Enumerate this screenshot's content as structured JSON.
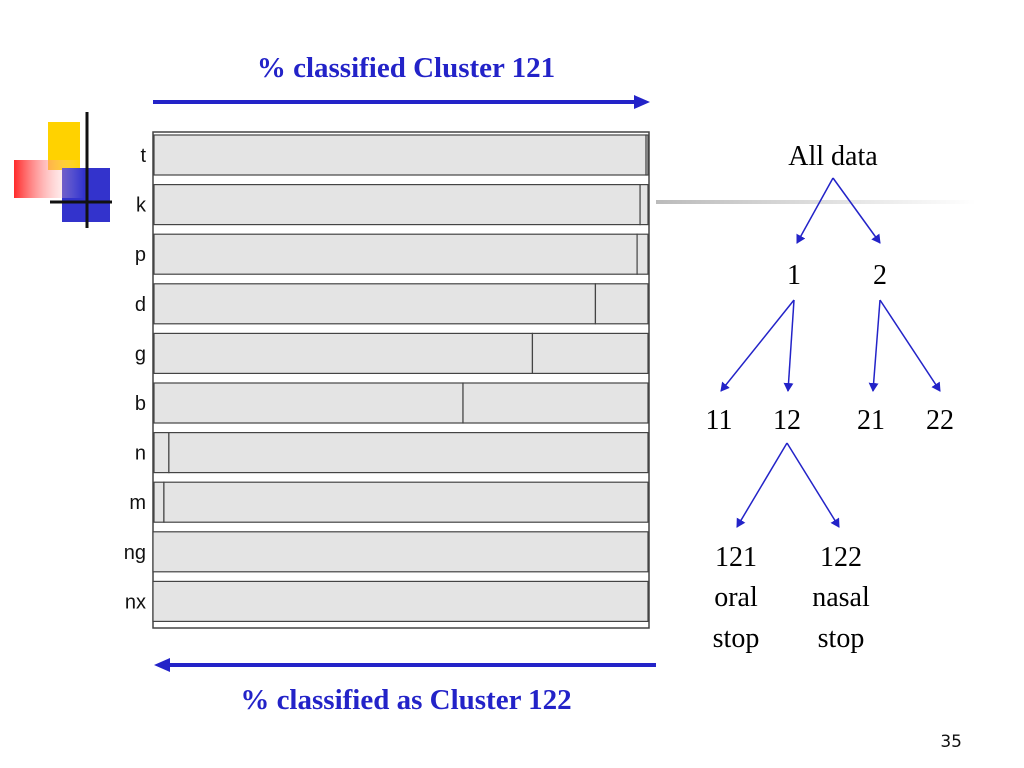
{
  "slide": {
    "top_label": "% classified Cluster 121",
    "bottom_label": "% classified as Cluster 122",
    "page_number": "35"
  },
  "chart_data": {
    "type": "bar",
    "orientation": "horizontal",
    "stacked": true,
    "categories": [
      "t",
      "k",
      "p",
      "d",
      "g",
      "b",
      "n",
      "m",
      "ng",
      "nx"
    ],
    "series": [
      {
        "name": "% classified Cluster 121",
        "values": [
          99.4,
          98.2,
          97.6,
          89.2,
          76.5,
          62.5,
          3.2,
          2.2,
          0,
          0
        ]
      },
      {
        "name": "% classified as Cluster 122",
        "values": [
          0.6,
          1.8,
          2.4,
          10.8,
          23.5,
          37.5,
          96.8,
          97.8,
          100,
          100
        ]
      }
    ],
    "xlim": [
      0,
      100
    ],
    "colors": {
      "bar_fill": "#e4e4e4",
      "bar_stroke": "#444444",
      "arrow": "#2323c8"
    }
  },
  "tree": {
    "root": "All data",
    "level1": [
      "1",
      "2"
    ],
    "level2": [
      "11",
      "12",
      "21",
      "22"
    ],
    "leaf_121": {
      "id": "121",
      "line1": "oral",
      "line2": "stop"
    },
    "leaf_122": {
      "id": "122",
      "line1": "nasal",
      "line2": "stop"
    }
  },
  "decoration": {
    "colors": {
      "yellow": "#ffd200",
      "blue": "#3333cc",
      "red": "#ff3333"
    }
  }
}
